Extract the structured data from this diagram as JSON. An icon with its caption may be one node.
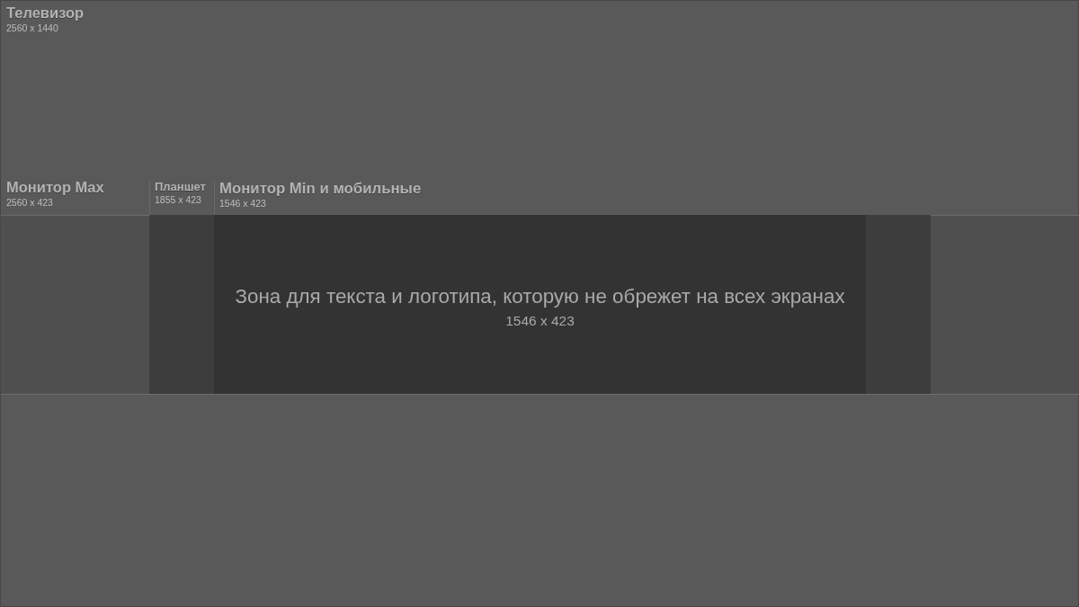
{
  "diagram": {
    "nodes": [
      {
        "text": [
          "Телевизор",
          "2560 x 1440"
        ]
      },
      {
        "text": [
          "Монитор Max",
          "2560 x 423"
        ],
        "in": 0
      },
      {
        "text": [
          "Планшет",
          "1855 x 423"
        ],
        "in": 1
      },
      {
        "text": [
          "Монитор Min и мобильные",
          "1546 x 423",
          "Зона для текста и логотипа, которую не обрежет на всех экранах",
          "1546 x 423"
        ],
        "in": 2
      }
    ]
  }
}
